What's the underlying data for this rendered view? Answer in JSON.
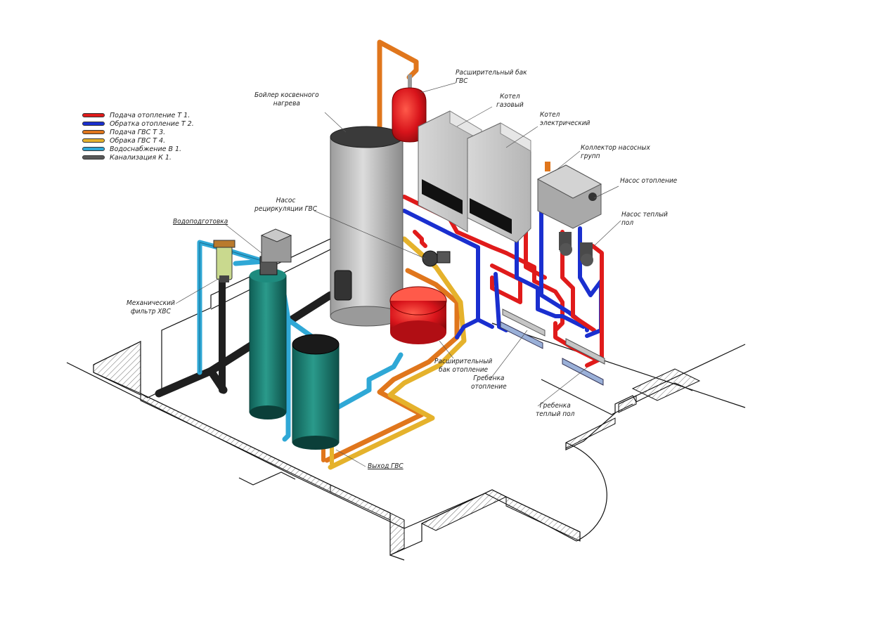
{
  "legend": {
    "items": [
      {
        "label": "Подача отопление Т 1.",
        "color": "#e01b1b"
      },
      {
        "label": "Обратка отопление Т 2.",
        "color": "#1a2fcf"
      },
      {
        "label": "Подача ГВС  Т 3.",
        "color": "#e0761c"
      },
      {
        "label": "Обрака ГВС  Т 4.",
        "color": "#e5b22c"
      },
      {
        "label": "Водоснабжение В 1.",
        "color": "#2fa8d6"
      },
      {
        "label": "Канализация К 1.",
        "color": "#5a5a5a"
      }
    ]
  },
  "labels": {
    "expansion_tank_dhw": "Расширительный бак\nГВС",
    "indirect_boiler": "Бойлер косвенного\nнагрева",
    "gas_boiler": "Котел\nгазовый",
    "electric_boiler": "Котел\nэлектрический",
    "pump_collector": "Коллектор насосных\nгрупп",
    "heating_pump": "Насос отопление",
    "floor_pump": "Насос теплый\nпол",
    "recirculation_pump": "Насос\nрециркуляции ГВС",
    "water_treatment": "Водоподготовка",
    "mechanical_filter": "Механический\nфильтр ХВС",
    "expansion_tank_heating": "Расширительный\nбак отопление",
    "heating_manifold": "Гребенка\nотопление",
    "floor_manifold": "Гребенка\nтеплый пол",
    "dhw_outlet": "Выход ГВС"
  },
  "colors": {
    "supply": "#e01b1b",
    "return": "#1a2fcf",
    "dhw_supply": "#e0761c",
    "dhw_return": "#e5b22c",
    "water": "#2fa8d6",
    "sewer": "#2a2a2a",
    "boiler_body": "#c9c9c9",
    "tank_red": "#d8141b",
    "filter_green": "#1b7f73"
  }
}
